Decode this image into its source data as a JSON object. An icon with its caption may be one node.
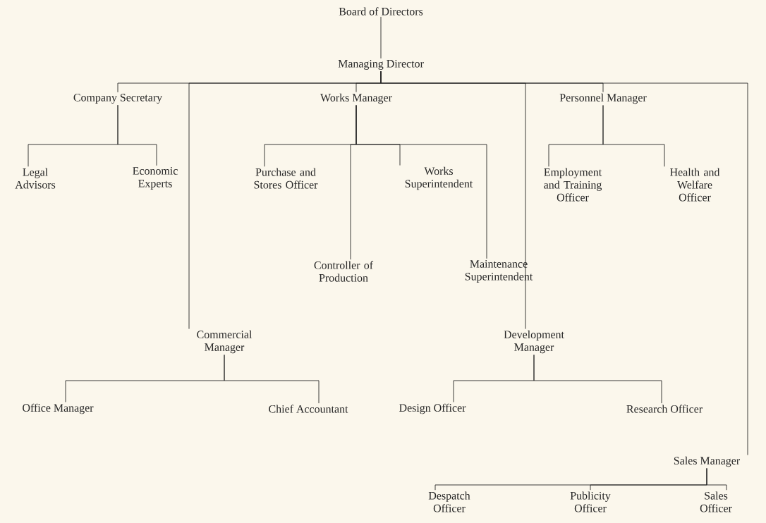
{
  "diagram": {
    "nodes": [
      {
        "text": [
          "Board of Directors"
        ]
      },
      {
        "text": [
          "Managing Director"
        ]
      },
      {
        "text": [
          "Company Secretary"
        ]
      },
      {
        "text": [
          "Works Manager"
        ]
      },
      {
        "text": [
          "Personnel Manager"
        ]
      },
      {
        "text": [
          "Legal Advisors"
        ]
      },
      {
        "text": [
          "Economic Experts"
        ]
      },
      {
        "text": [
          "Purchase and Stores Officer"
        ]
      },
      {
        "text": [
          "Works Superintendent"
        ]
      },
      {
        "text": [
          "Employment and Training Officer"
        ]
      },
      {
        "text": [
          "Health and Welfare Officer"
        ]
      },
      {
        "text": [
          "Controller of Production"
        ]
      },
      {
        "text": [
          "Maintenance Superintendent"
        ]
      },
      {
        "text": [
          "Commercial Manager"
        ]
      },
      {
        "text": [
          "Development Manager"
        ]
      },
      {
        "text": [
          "Office Manager"
        ]
      },
      {
        "text": [
          "Chief Accountant"
        ]
      },
      {
        "text": [
          "Design Officer"
        ]
      },
      {
        "text": [
          "Research Officer"
        ]
      },
      {
        "text": [
          "Sales Manager"
        ]
      },
      {
        "text": [
          "Despatch Officer"
        ]
      },
      {
        "text": [
          "Publicity Officer"
        ]
      },
      {
        "text": [
          "Sales Officer"
        ]
      }
    ],
    "edges": [
      {
        "from": 0,
        "to": 1,
        "arrow": "none"
      },
      {
        "from": 1,
        "to": 2,
        "arrow": "none"
      },
      {
        "from": 1,
        "to": 3,
        "arrow": "none"
      },
      {
        "from": 1,
        "to": 4,
        "arrow": "none"
      },
      {
        "from": 1,
        "to": 13,
        "arrow": "none"
      },
      {
        "from": 1,
        "to": 14,
        "arrow": "none"
      },
      {
        "from": 1,
        "to": 19,
        "arrow": "none"
      },
      {
        "from": 2,
        "to": 5,
        "arrow": "none"
      },
      {
        "from": 2,
        "to": 6,
        "arrow": "none"
      },
      {
        "from": 3,
        "to": 7,
        "arrow": "none"
      },
      {
        "from": 3,
        "to": 8,
        "arrow": "none"
      },
      {
        "from": 3,
        "to": 11,
        "arrow": "none"
      },
      {
        "from": 3,
        "to": 12,
        "arrow": "none"
      },
      {
        "from": 4,
        "to": 9,
        "arrow": "none"
      },
      {
        "from": 4,
        "to": 10,
        "arrow": "none"
      },
      {
        "from": 13,
        "to": 15,
        "arrow": "none"
      },
      {
        "from": 13,
        "to": 16,
        "arrow": "none"
      },
      {
        "from": 14,
        "to": 17,
        "arrow": "none"
      },
      {
        "from": 14,
        "to": 18,
        "arrow": "none"
      },
      {
        "from": 19,
        "to": 20,
        "arrow": "none"
      },
      {
        "from": 19,
        "to": 21,
        "arrow": "none"
      },
      {
        "from": 19,
        "to": 22,
        "arrow": "none"
      }
    ]
  }
}
